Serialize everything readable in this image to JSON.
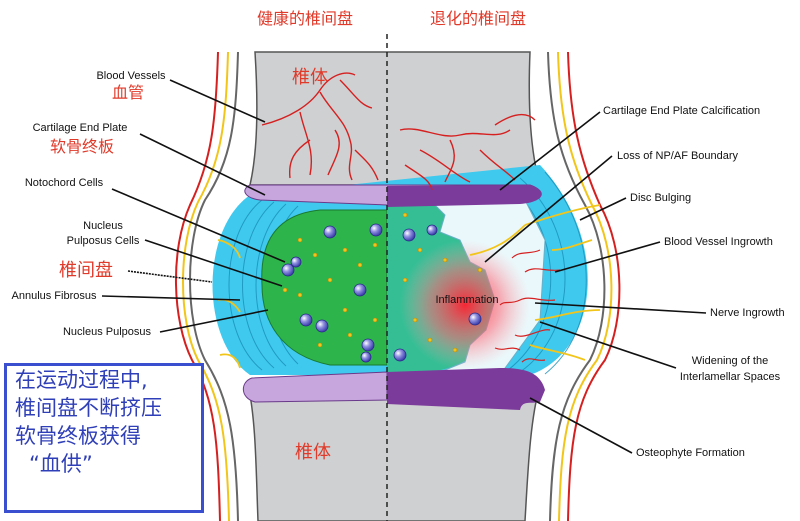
{
  "header": {
    "healthy": "健康的椎间盘",
    "degenerated": "退化的椎间盘"
  },
  "cn_labels": {
    "blood_vessel": "血管",
    "cartilage": "软骨终板",
    "disc": "椎间盘",
    "vertebra_top": "椎体",
    "vertebra_bottom": "椎体"
  },
  "left_labels": {
    "blood_vessels": "Blood Vessels",
    "cartilage_end_plate": "Cartilage End Plate",
    "notochord_cells": "Notochord Cells",
    "np_cells_1": "Nucleus",
    "np_cells_2": "Pulposus Cells",
    "annulus_fibrosus": "Annulus Fibrosus",
    "nucleus_pulposus": "Nucleus Pulposus"
  },
  "right_labels": {
    "calcification": "Cartilage End Plate Calcification",
    "boundary_loss": "Loss of NP/AF Boundary",
    "disc_bulging": "Disc Bulging",
    "vessel_ingrowth": "Blood Vessel Ingrowth",
    "nerve_ingrowth": "Nerve Ingrowth",
    "widening_1": "Widening of the",
    "widening_2": "Interlamellar Spaces",
    "osteophyte": "Osteophyte Formation"
  },
  "center_label": "Inflammation",
  "note": {
    "line1": "在运动过程中,",
    "line2": "椎间盘不断挤压",
    "line3": "软骨终板获得",
    "line4": "“血供”"
  },
  "colors": {
    "bone": "#cfd0d2",
    "annulus": "#3fc9ee",
    "nucleus": "#2db44a",
    "endplate": "#7b3b9a",
    "vessel": "#d62020",
    "nerve": "#f2c51b",
    "accent_text": "#e03a2a",
    "note_border": "#3a4fd0"
  }
}
